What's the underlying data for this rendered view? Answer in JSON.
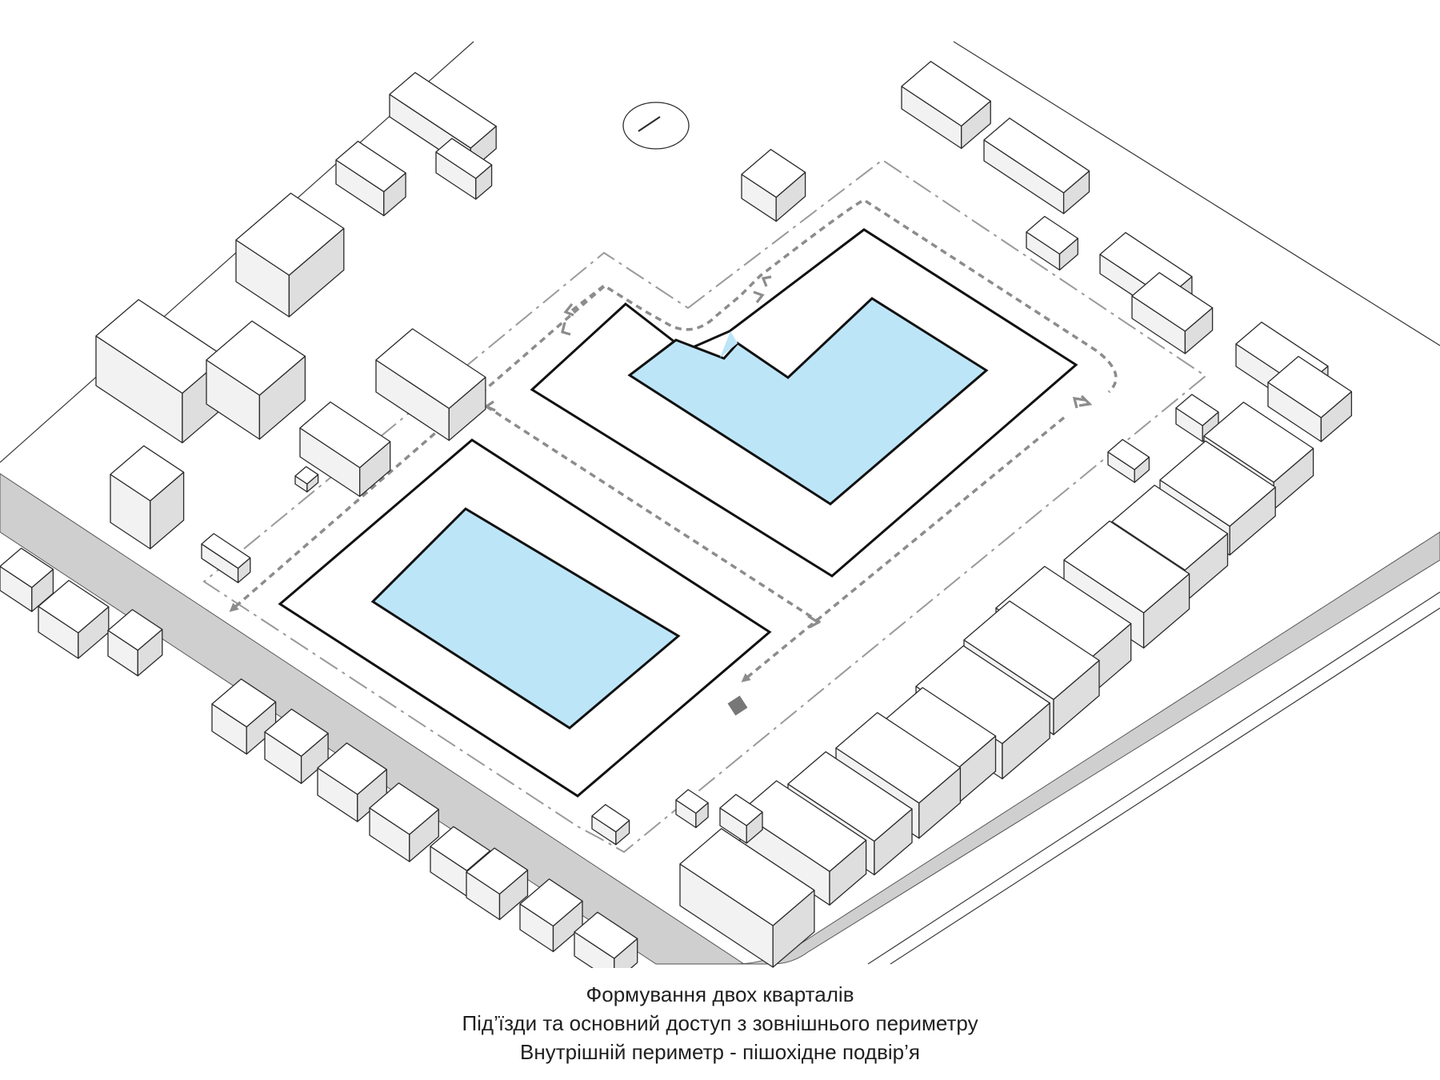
{
  "caption": {
    "line1": "Формування двох кварталів",
    "line2": "Під’їзди та основний доступ з зовнішнього периметру",
    "line3": "Внутрішній периметр - пішохідне подвір’я"
  },
  "colors": {
    "courtyard": "#bde5f8",
    "road": "#cfcfcf",
    "building_outline": "#111111",
    "path": "#8c8c8c",
    "boundary": "#9a9a9a",
    "entry_marker": "#777777"
  },
  "icons": {
    "north": "north-compass-icon",
    "entry": "entry-square-icon"
  }
}
